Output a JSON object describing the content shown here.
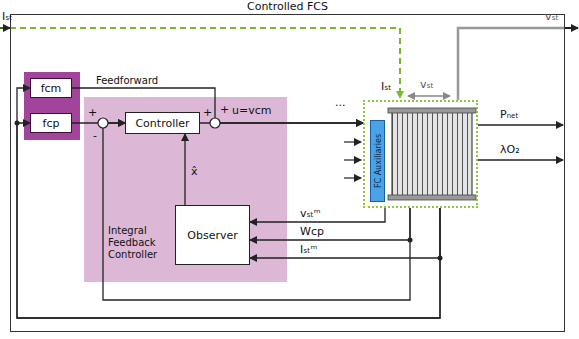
{
  "diagram": {
    "nodes": [
      {
        "text": [
          "Controlled FCS"
        ]
      },
      {
        "text": [
          "fcm"
        ],
        "in": 0
      },
      {
        "text": [
          "fcp"
        ],
        "in": 0
      },
      {
        "text": [
          "Integral Feedback Controller"
        ],
        "in": 0
      },
      {
        "text": [
          "Controller"
        ],
        "in": 3
      },
      {
        "text": [
          "Observer"
        ],
        "in": 3
      },
      {
        "text": [
          "FC Auxiliaries"
        ],
        "in": 0
      }
    ],
    "edges": [
      {
        "from": 1,
        "to": 6,
        "arrow": "to",
        "label": "Feedforward"
      },
      {
        "from": 2,
        "to": 4,
        "arrow": "to"
      },
      {
        "from": 4,
        "to": 6,
        "arrow": "to"
      },
      {
        "from": 5,
        "to": 4,
        "arrow": "to"
      },
      {
        "from": 6,
        "to": 5,
        "arrow": "to",
        "label": "vₛₜᵐ"
      },
      {
        "from": 6,
        "to": 5,
        "arrow": "to",
        "label": "Wcp"
      },
      {
        "from": 6,
        "to": 5,
        "arrow": "to",
        "label": "Iₛₜᵐ"
      },
      {
        "from": 6,
        "to": 1,
        "arrow": "to"
      },
      {
        "from": 6,
        "to": 2,
        "arrow": "to"
      },
      {
        "from": 6,
        "to": 4,
        "arrow": "to"
      }
    ],
    "labels": [
      "Iₛₜ",
      "vₛₜ",
      "Iₛₜ",
      "vₛₜ",
      "Pₙₑₜ",
      "λO₂",
      "+",
      "-",
      "+",
      "+",
      "u=vcm",
      "x̂",
      "..."
    ]
  }
}
